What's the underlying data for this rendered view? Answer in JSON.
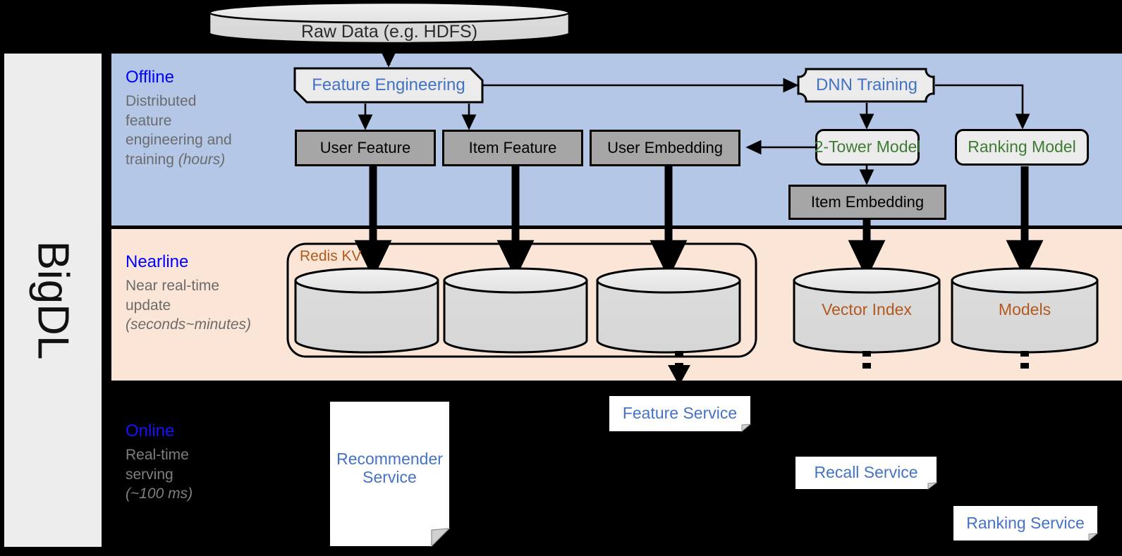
{
  "rail": {
    "label": "BigDL"
  },
  "bands": [
    {
      "id": "offline",
      "title": "Offline",
      "subtitle": "Distributed feature engineering and ",
      "subtitle_italic": "(hours)",
      "bg": "#b4c7e7"
    },
    {
      "id": "nearline",
      "title": "Nearline",
      "subtitle": "Near real-time update ",
      "subtitle_italic": "(seconds~minutes)",
      "bg": "#fbe5d6"
    },
    {
      "id": "online",
      "title": "Online",
      "subtitle": "Real-time serving ",
      "subtitle_italic": "(~100 ms)",
      "bg": "#000000"
    }
  ],
  "offline": {
    "subtitle_l1": "Distributed",
    "subtitle_l2": "feature",
    "subtitle_l3": "engineering and",
    "subtitle_l4": "training ",
    "subtitle_em": "(hours)"
  },
  "nearline": {
    "subtitle_l1": "Near real-time",
    "subtitle_l2": "update",
    "subtitle_em": "(seconds~minutes)"
  },
  "online": {
    "subtitle_l1": "Real-time",
    "subtitle_l2": "serving",
    "subtitle_em": "(~100 ms)"
  },
  "nodes": {
    "raw_data": "Raw Data (e.g. HDFS)",
    "feature_engineering": "Feature Engineering",
    "dnn_training": "DNN Training",
    "user_feature": "User Feature",
    "item_feature": "Item Feature",
    "user_embedding": "User Embedding",
    "two_tower_model": "2-Tower Model",
    "ranking_model": "Ranking Model",
    "item_embedding": "Item Embedding",
    "redis_kv": "Redis KV",
    "vector_index": "Vector Index",
    "models": "Models",
    "recommender_service": "Recommender",
    "recommender_service_l2": "Service",
    "feature_service": "Feature Service",
    "recall_service": "Recall Service",
    "ranking_service": "Ranking Service"
  },
  "colors": {
    "offline_band": "#b4c7e7",
    "nearline_band": "#fbe5d6",
    "online_band": "#000000",
    "rail": "#ededed",
    "band_title": "#0000ff",
    "band_subtitle": "#6b6b6b",
    "grey_box": "#a6a6a6",
    "lite_box": "#ebebeb",
    "blue_text": "#4472c4",
    "green_text": "#3e7c33",
    "brown_text": "#b4591e",
    "cylinder": "#d9d9d9",
    "cylinder_top": "#e8e8e8",
    "stroke": "#000000"
  }
}
